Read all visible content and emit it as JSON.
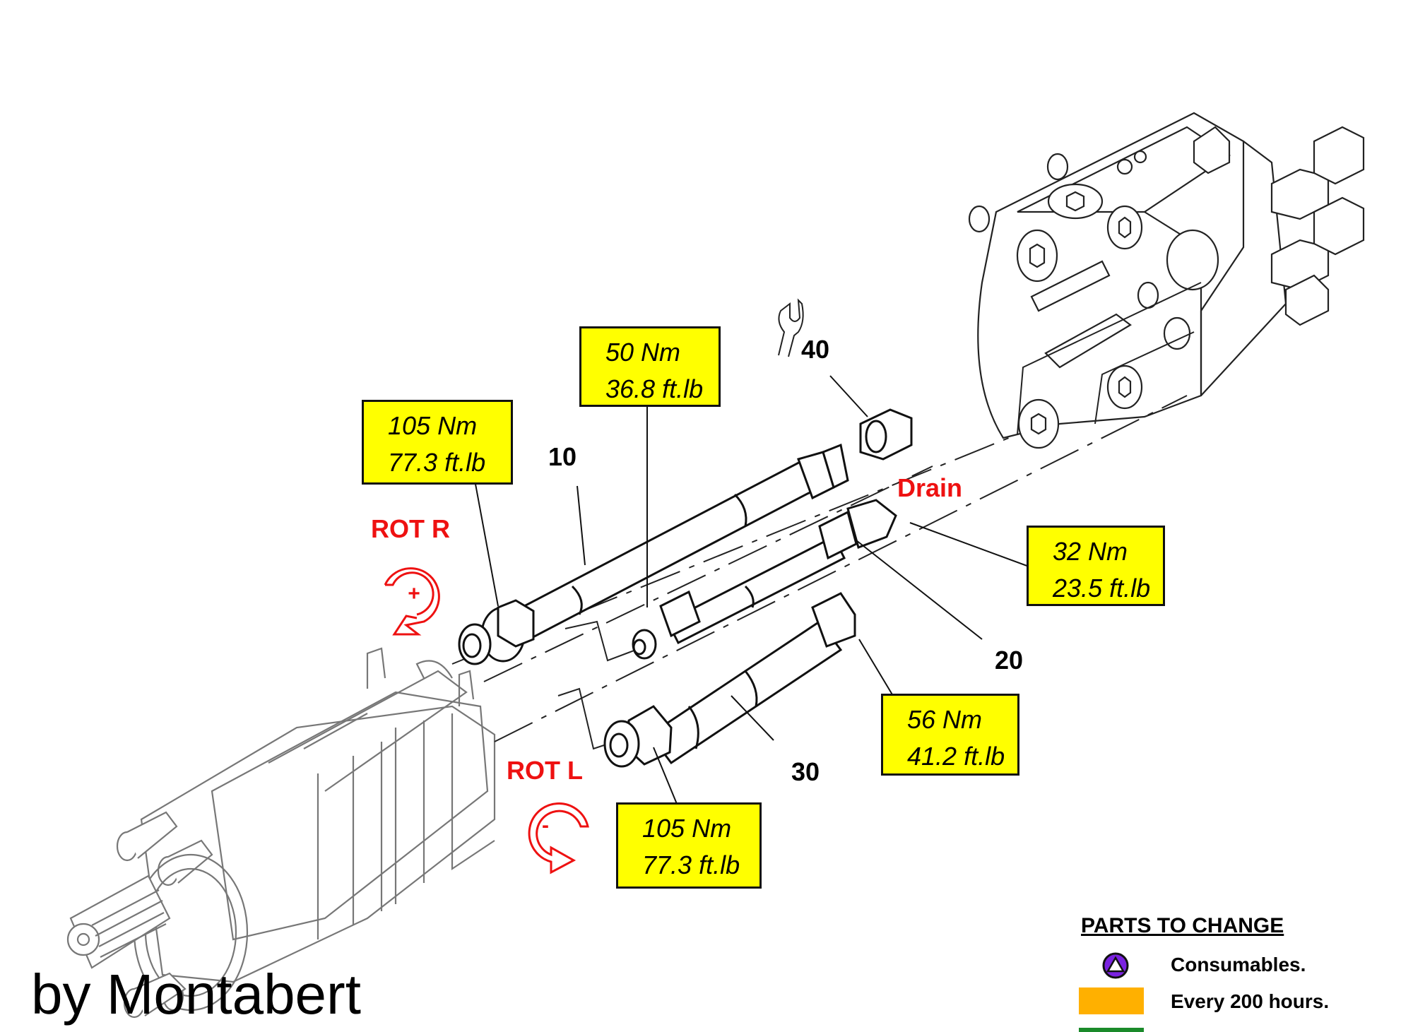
{
  "diagram": {
    "credit": "by Montabert",
    "rotation_labels": {
      "rot_r": "ROT R",
      "rot_r_sign": "+",
      "rot_l": "ROT L",
      "rot_l_sign": "-"
    },
    "drain_label": "Drain",
    "part_numbers": [
      "10",
      "20",
      "30",
      "40"
    ],
    "torque_specs": [
      {
        "id": "hose-10-motor-end",
        "line1": "105 Nm",
        "line2": "77.3 ft.lb"
      },
      {
        "id": "hose-20-motor-end",
        "line1": "50 Nm",
        "line2": "36.8 ft.lb"
      },
      {
        "id": "hose-20-valve-end",
        "line1": "32 Nm",
        "line2": "23.5 ft.lb"
      },
      {
        "id": "hose-30-valve-end",
        "line1": "56 Nm",
        "line2": "41.2 ft.lb"
      },
      {
        "id": "hose-30-motor-end",
        "line1": "105 Nm",
        "line2": "77.3 ft.lb"
      }
    ],
    "colors": {
      "torque_box": "#ffff00",
      "annotation_red": "#ee1111",
      "consumable_badge": "#7a22e0",
      "every_200h": "#ffb000",
      "next_interval": "#1a8a2a"
    }
  },
  "legend": {
    "title": "PARTS TO CHANGE",
    "items": [
      {
        "icon": "consumable-triangle-badge",
        "label": "Consumables."
      },
      {
        "icon": "orange-swatch",
        "label": "Every 200 hours."
      }
    ]
  }
}
